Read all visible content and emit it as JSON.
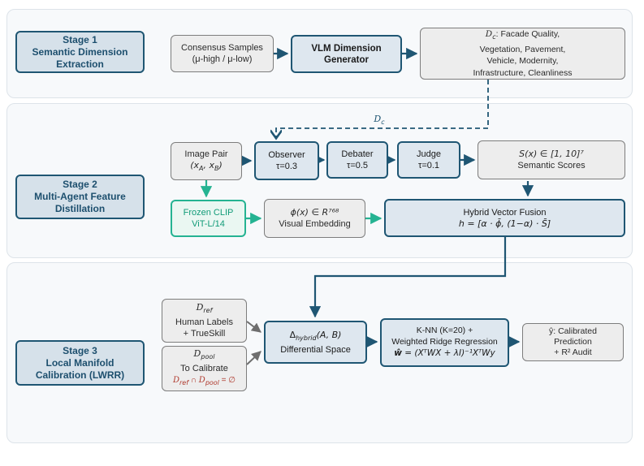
{
  "colors": {
    "accent_blue": "#1f5673",
    "blue_fill": "#dee7ef",
    "stage_fill": "#d6e1ea",
    "green": "#25b392",
    "green_text": "#119b78",
    "gray_border": "#7d7d7d",
    "gray_fill": "#ededed",
    "red": "#b03a2e",
    "panel_fill": "#f7f9fb"
  },
  "stage1": {
    "label": {
      "l1": "Stage 1",
      "l2": "Semantic Dimension",
      "l3": "Extraction"
    },
    "consensus": {
      "l1": "Consensus Samples",
      "l2": "(μ-high / μ-low)"
    },
    "vlm": {
      "l1": "VLM Dimension",
      "l2": "Generator"
    },
    "dims": {
      "d": "D",
      "dsub": "c",
      "rest": ": Facade Quality,",
      "l2": "Vegetation, Pavement,",
      "l3": "Vehicle, Modernity,",
      "l4": "Infrastructure, Cleanliness"
    }
  },
  "stage2": {
    "label": {
      "l1": "Stage 2",
      "l2": "Multi-Agent Feature",
      "l3": "Distillation"
    },
    "dc_edge": {
      "d": "D",
      "dsub": "c"
    },
    "image_pair": {
      "l1": "Image Pair",
      "open": "(",
      "x1": "x",
      "s1": "A",
      "mid": ", ",
      "x2": "x",
      "s2": "B",
      "close": ")"
    },
    "observer": {
      "name": "Observer",
      "tau": "τ=0.3"
    },
    "debater": {
      "name": "Debater",
      "tau": "τ=0.5"
    },
    "judge": {
      "name": "Judge",
      "tau": "τ=0.1"
    },
    "scores": {
      "l1": "S(x) ∈ [1, 10]⁷",
      "l2": "Semantic Scores"
    },
    "clip": {
      "l1": "Frozen CLIP",
      "l2": "ViT-L/14"
    },
    "embed": {
      "l1": "ϕ(x) ∈ R⁷⁶⁸",
      "l2": "Visual Embedding"
    },
    "fusion": {
      "l1": "Hybrid Vector Fusion",
      "l2": "h = [α · ϕ̄,  (1−α) · S̄]"
    }
  },
  "stage3": {
    "label": {
      "l1": "Stage 3",
      "l2": "Local Manifold",
      "l3": "Calibration (LWRR)"
    },
    "dref": {
      "d": "D",
      "dsub": "ref",
      "l2": "Human Labels",
      "l3": "+ TrueSkill"
    },
    "dpool": {
      "d": "D",
      "dsub": "pool",
      "l2": "To Calibrate",
      "r1": "D",
      "rs1": "ref",
      "rmid": " ∩ ",
      "r2": "D",
      "rs2": "pool",
      "rend": " = ∅"
    },
    "delta": {
      "sym": "Δ",
      "dsub": "hybrid",
      "args": "(A, B)",
      "l2": "Differential Space"
    },
    "knn": {
      "l1": "K-NN (K=20) +",
      "l2": "Weighted Ridge Regression",
      "w": "ŵ",
      "rest": " = (XᵀWX + λI)⁻¹XᵀWy"
    },
    "output": {
      "l1": "ŷ: Calibrated",
      "l2": "Prediction",
      "l3": "+ R² Audit"
    }
  }
}
